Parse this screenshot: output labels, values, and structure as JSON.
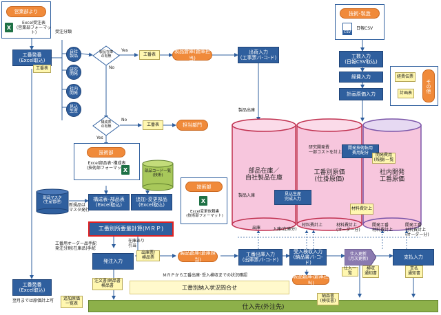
{
  "sales_dept": {
    "title": "営業部より",
    "file": "Excel受注表\n(営業部フォーマット)"
  },
  "tech_mfg": {
    "title": "技術･製造",
    "file": "日報CSV"
  },
  "order_class": "受注分類",
  "circles": [
    "自社\n製品",
    "研究\n開発",
    "社内\n開発",
    "見込\n生産"
  ],
  "decision1": "製品在庫\nの有無",
  "decision2": "構成表\nの有無",
  "yes": "Yes",
  "no": "No",
  "kouban_hyou": "工番表",
  "kouban_hakkou": "工番発番\n(Excel取込)",
  "kouban_hakkou2": "工番発番\n(Excel取込)",
  "seihin_kanri": "製品倉庫(倉庫担当)",
  "seihin_kanri2": "製品倉庫(倉庫担当)",
  "seihin_kanri3": "製品倉庫(倉庫担当)",
  "shukko_nyuryoku": "出荷入力\n(工事票バ-コ-ド)",
  "seihin_shukka": "製品出庫",
  "tantou_bumon": "担当部門",
  "tech_dept": "技術部",
  "tech_dept_file": "Excel部品表･構成表\n(技術部フォーマット)",
  "buhin_code": "部品コード一覧\n(技術)",
  "tech_dept2": "技術部",
  "tech_dept2_file": "Excel変更依頼書\n(技術部フォーマット)",
  "buhin_master": "部品マスタ\n(生産管理)",
  "shinki_buhin": "新規品は\nマスタ発行",
  "kouseihyou": "構成表･部品表\n(Excel取込)",
  "tsuika_henkou": "追加･変更部品\n(Excel取込)",
  "mrp": "工番別所要量計算(ＭＲＰ)",
  "order_note": "工番用オーダー品手配\n発注分割(在庫品)手配",
  "hacchu_nyuryoku": "発注入力",
  "hacchusho": "注文書/納品書\n検品書",
  "zaiko_ari": "在庫あり\n引当",
  "shukko_hyou": "出庫票/\n検品票",
  "kouban_shukko": "工番出庫入力\n(出庫票バ-コ-ド)",
  "mrp_note": "ＭＲＰから工番出庫･受入検収までの状況確認",
  "kouban_nyuka": "工番別納入状況問合せ",
  "getsumatsu": "翌月までは原価計上可",
  "tsuika_ichiran": "追加原価\n一覧表",
  "shiire_saki": "仕入先(外注先)",
  "ukeire_kenshuu": "受入検収入力\n(納品書バ-コ-ド)",
  "shiire_koushin": "仕入更新\n(月次更新)",
  "shiharai": "支払入力",
  "shiire_ichiran": "仕入一覧",
  "kenshu_hyou": "検収\n通知書",
  "shiharai_hyou": "支払\n通知書",
  "nouhin_kenshuu": "納品書\n(検収書)",
  "koujihyou_nyuryoku": "工数入力\n(日報CSV取込)",
  "keihi_nyuryoku": "経費入力",
  "keihi_hyou": "経費伝票",
  "keikaku_genka": "計画原価入力",
  "keikaku_hyou": "計画表",
  "sonota": "その他",
  "cyl1": "部品在庫／\n自社製品在庫",
  "cyl2": "工番別原価\n(仕掛原価)",
  "cyl3": "社内開発\n工番原価",
  "kenkyu_note": "研究開発費\n一部コストを計上",
  "kaihatsu_gijutsu": "開発技術転用\n費用配分",
  "kaihatsu_hiyou": "開発費用\n(残額)一覧",
  "mikomi_kansei": "見込生産\n完成入力",
  "seihin_nyuko": "製品入庫",
  "shukko_label": "出庫",
  "nyuko_label": "入庫(在庫分)",
  "zairyou1": "材料費計上",
  "zairyou2": "材料費計上\n(オーダー分)",
  "kaihatsu_kouji": "開発工番\n材料費計上",
  "kaihatsu_kouji2": "開発工番\n材料費計上\n(オーダー分)",
  "zairyou_hiyou": "材料費計上"
}
